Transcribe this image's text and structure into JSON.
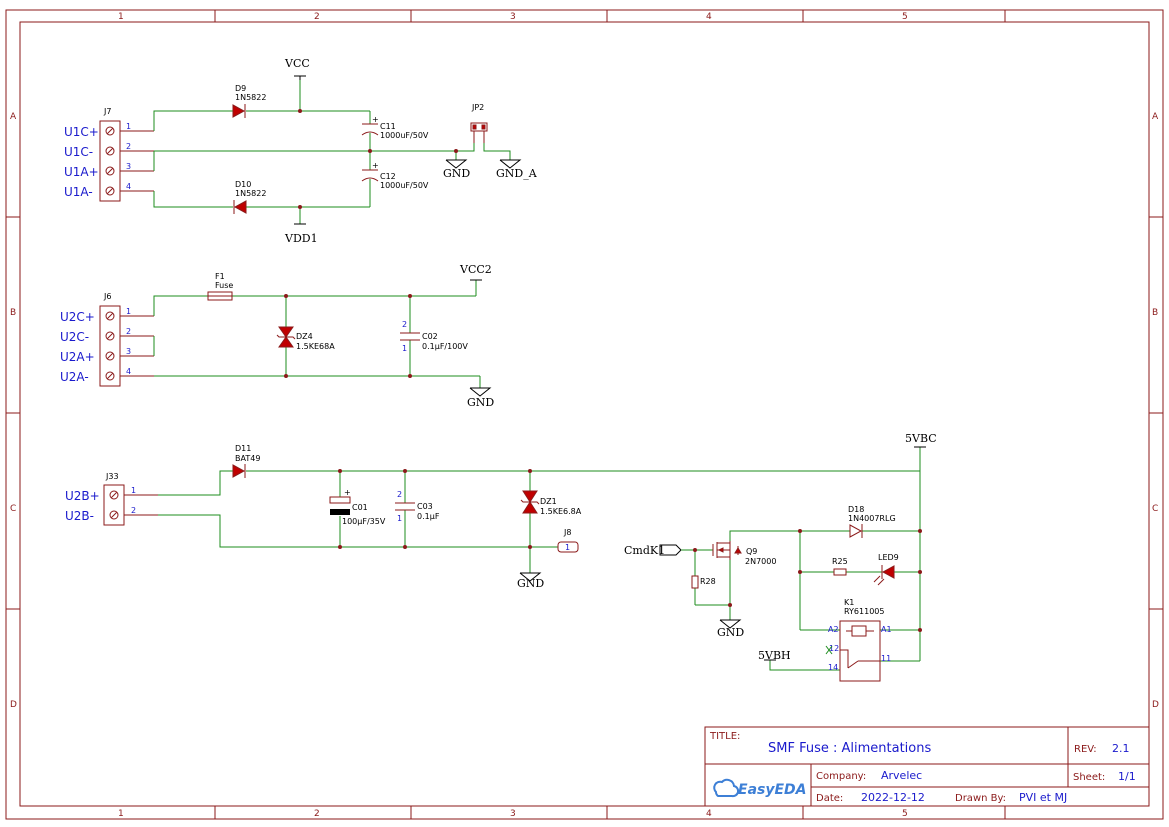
{
  "zones": {
    "cols": [
      "1",
      "2",
      "3",
      "4",
      "5"
    ],
    "rows": [
      "A",
      "B",
      "C",
      "D"
    ]
  },
  "block1": {
    "connector": "J7",
    "pins": [
      "1",
      "2",
      "3",
      "4"
    ],
    "labels": [
      "U1C+",
      "U1C-",
      "U1A+",
      "U1A-"
    ],
    "d9": {
      "ref": "D9",
      "val": "1N5822"
    },
    "d10": {
      "ref": "D10",
      "val": "1N5822"
    },
    "c11": {
      "ref": "C11",
      "val": "1000uF/50V"
    },
    "c12": {
      "ref": "C12",
      "val": "1000uF/50V"
    },
    "jp2": {
      "ref": "JP2"
    },
    "nets": {
      "vcc": "VCC",
      "vdd1": "VDD1",
      "gnd": "GND",
      "gnd_a": "GND_A"
    },
    "plus": "+"
  },
  "block2": {
    "connector": "J6",
    "pins": [
      "1",
      "2",
      "3",
      "4"
    ],
    "labels": [
      "U2C+",
      "U2C-",
      "U2A+",
      "U2A-"
    ],
    "f1": {
      "ref": "F1",
      "val": "Fuse"
    },
    "dz4": {
      "ref": "DZ4",
      "val": "1.5KE68A"
    },
    "c02": {
      "ref": "C02",
      "val": "0.1µF/100V",
      "pin1": "1",
      "pin2": "2"
    },
    "nets": {
      "vcc2": "VCC2",
      "gnd": "GND"
    }
  },
  "block3": {
    "connector": "J33",
    "pins": [
      "1",
      "2"
    ],
    "labels": [
      "U2B+",
      "U2B-"
    ],
    "d11": {
      "ref": "D11",
      "val": "BAT49"
    },
    "c01": {
      "ref": "C01",
      "val": "100µF/35V"
    },
    "c03": {
      "ref": "C03",
      "val": "0.1µF",
      "pin1": "1",
      "pin2": "2"
    },
    "dz1": {
      "ref": "DZ1",
      "val": "1.5KE6.8A"
    },
    "j8": {
      "ref": "J8",
      "pin": "1"
    },
    "q9": {
      "ref": "Q9",
      "val": "2N7000"
    },
    "r28": {
      "ref": "R28"
    },
    "d18": {
      "ref": "D18",
      "val": "1N4007RLG"
    },
    "r25": {
      "ref": "R25"
    },
    "led9": {
      "ref": "LED9"
    },
    "k1": {
      "ref": "K1",
      "val": "RY611005",
      "pins": {
        "a2": "A2",
        "a1": "A1",
        "p12": "12",
        "p14": "14",
        "p11": "11"
      }
    },
    "nets": {
      "v5bc": "5VBC",
      "v5bh": "5VBH",
      "gnd": "GND",
      "cmdk1": "CmdK1"
    }
  },
  "title_block": {
    "title_label": "TITLE:",
    "title": "SMF Fuse : Alimentations",
    "rev_label": "REV:",
    "rev": "2.1",
    "company_label": "Company:",
    "company": "Arvelec",
    "sheet_label": "Sheet:",
    "sheet": "1/1",
    "date_label": "Date:",
    "date": "2022-12-12",
    "drawn_label": "Drawn By:",
    "drawn": "PVI et MJ",
    "logo": "EasyEDA"
  }
}
